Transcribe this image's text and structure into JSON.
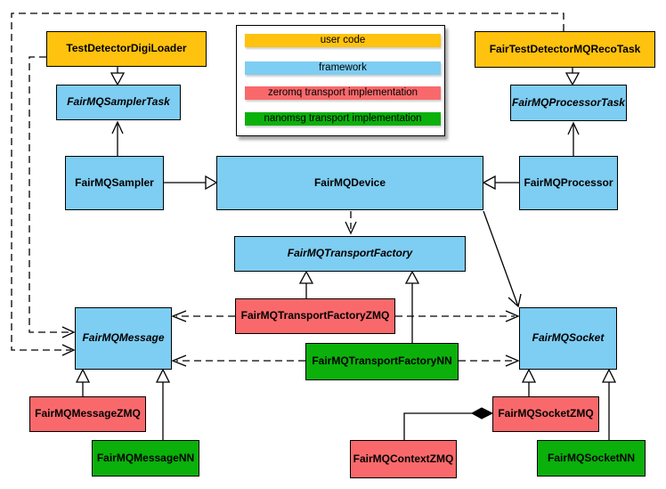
{
  "colors": {
    "user_code": "#FFC20E",
    "framework": "#7ECDF2",
    "zeromq": "#F9696B",
    "nanomsg": "#0BB00B",
    "line": "#000000",
    "background": "#FFFFFF"
  },
  "legend": {
    "items": [
      {
        "label": "user code",
        "color": "#FFC20E"
      },
      {
        "label": "framework",
        "color": "#7ECDF2"
      },
      {
        "label": "zeromq transport implementation",
        "color": "#F9696B"
      },
      {
        "label": "nanomsg transport implementation",
        "color": "#0BB00B"
      }
    ]
  },
  "nodes": {
    "testDetectorDigiLoader": {
      "label": "TestDetectorDigiLoader",
      "color": "#FFC20E",
      "category": "user code",
      "abstract": false
    },
    "fairTestDetectorMQRecoTask": {
      "label": "FairTestDetectorMQRecoTask",
      "color": "#FFC20E",
      "category": "user code",
      "abstract": false
    },
    "fairMQSamplerTask": {
      "label": "FairMQSamplerTask",
      "color": "#7ECDF2",
      "category": "framework",
      "abstract": true
    },
    "fairMQProcessorTask": {
      "label": "FairMQProcessorTask",
      "color": "#7ECDF2",
      "category": "framework",
      "abstract": true
    },
    "fairMQSampler": {
      "label": "FairMQSampler",
      "color": "#7ECDF2",
      "category": "framework",
      "abstract": false
    },
    "fairMQDevice": {
      "label": "FairMQDevice",
      "color": "#7ECDF2",
      "category": "framework",
      "abstract": false
    },
    "fairMQProcessor": {
      "label": "FairMQProcessor",
      "color": "#7ECDF2",
      "category": "framework",
      "abstract": false
    },
    "fairMQTransportFactory": {
      "label": "FairMQTransportFactory",
      "color": "#7ECDF2",
      "category": "framework",
      "abstract": true
    },
    "fairMQTransportFactoryZMQ": {
      "label": "FairMQTransportFactoryZMQ",
      "color": "#F9696B",
      "category": "zeromq transport implementation",
      "abstract": false
    },
    "fairMQTransportFactoryNN": {
      "label": "FairMQTransportFactoryNN",
      "color": "#0BB00B",
      "category": "nanomsg transport implementation",
      "abstract": false
    },
    "fairMQMessage": {
      "label": "FairMQMessage",
      "color": "#7ECDF2",
      "category": "framework",
      "abstract": true
    },
    "fairMQSocket": {
      "label": "FairMQSocket",
      "color": "#7ECDF2",
      "category": "framework",
      "abstract": true
    },
    "fairMQMessageZMQ": {
      "label": "FairMQMessageZMQ",
      "color": "#F9696B",
      "category": "zeromq transport implementation",
      "abstract": false
    },
    "fairMQMessageNN": {
      "label": "FairMQMessageNN",
      "color": "#0BB00B",
      "category": "nanomsg transport implementation",
      "abstract": false
    },
    "fairMQContextZMQ": {
      "label": "FairMQContextZMQ",
      "color": "#F9696B",
      "category": "zeromq transport implementation",
      "abstract": false
    },
    "fairMQSocketZMQ": {
      "label": "FairMQSocketZMQ",
      "color": "#F9696B",
      "category": "zeromq transport implementation",
      "abstract": false
    },
    "fairMQSocketNN": {
      "label": "FairMQSocketNN",
      "color": "#0BB00B",
      "category": "nanomsg transport implementation",
      "abstract": false
    }
  },
  "relationships": [
    {
      "from": "TestDetectorDigiLoader",
      "to": "FairMQSamplerTask",
      "type": "inheritance"
    },
    {
      "from": "FairTestDetectorMQRecoTask",
      "to": "FairMQProcessorTask",
      "type": "inheritance"
    },
    {
      "from": "FairMQSampler",
      "to": "FairMQDevice",
      "type": "inheritance"
    },
    {
      "from": "FairMQProcessor",
      "to": "FairMQDevice",
      "type": "inheritance"
    },
    {
      "from": "FairMQSampler",
      "to": "FairMQSamplerTask",
      "type": "association"
    },
    {
      "from": "FairMQProcessor",
      "to": "FairMQProcessorTask",
      "type": "association"
    },
    {
      "from": "FairMQDevice",
      "to": "FairMQTransportFactory",
      "type": "dependency"
    },
    {
      "from": "FairMQDevice",
      "to": "FairMQSocket",
      "type": "association"
    },
    {
      "from": "FairMQTransportFactoryZMQ",
      "to": "FairMQTransportFactory",
      "type": "inheritance"
    },
    {
      "from": "FairMQTransportFactoryNN",
      "to": "FairMQTransportFactory",
      "type": "inheritance"
    },
    {
      "from": "FairMQTransportFactoryZMQ",
      "to": "FairMQMessage",
      "type": "dependency"
    },
    {
      "from": "FairMQTransportFactoryZMQ",
      "to": "FairMQSocket",
      "type": "dependency"
    },
    {
      "from": "FairMQTransportFactoryNN",
      "to": "FairMQMessage",
      "type": "dependency"
    },
    {
      "from": "FairMQTransportFactoryNN",
      "to": "FairMQSocket",
      "type": "dependency"
    },
    {
      "from": "TestDetectorDigiLoader",
      "to": "FairMQMessage",
      "type": "dependency"
    },
    {
      "from": "FairTestDetectorMQRecoTask",
      "to": "FairMQMessage",
      "type": "dependency"
    },
    {
      "from": "FairMQMessageZMQ",
      "to": "FairMQMessage",
      "type": "inheritance"
    },
    {
      "from": "FairMQMessageNN",
      "to": "FairMQMessage",
      "type": "inheritance"
    },
    {
      "from": "FairMQSocketZMQ",
      "to": "FairMQSocket",
      "type": "inheritance"
    },
    {
      "from": "FairMQSocketNN",
      "to": "FairMQSocket",
      "type": "inheritance"
    },
    {
      "from": "FairMQContextZMQ",
      "to": "FairMQSocketZMQ",
      "type": "composition"
    }
  ]
}
